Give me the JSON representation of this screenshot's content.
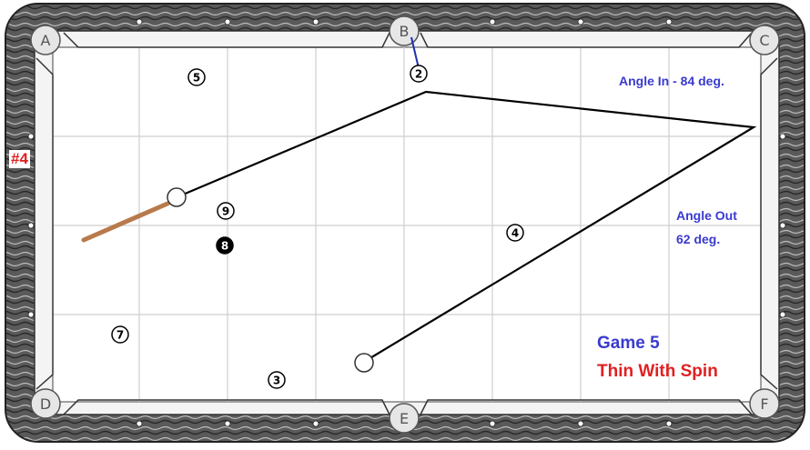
{
  "colors": {
    "rail_dark": "#3a3a3a",
    "rail_mid": "#8a8a8a",
    "felt": "#ffffff",
    "grid": "#cfcfcf",
    "shot_line": "#000000",
    "spin_line": "#1f2fb0",
    "cue_stick": "#b87a4b",
    "blue_text": "#3a3acf",
    "red_text": "#e02020"
  },
  "pockets": [
    {
      "id": "pocket-a",
      "label": "A"
    },
    {
      "id": "pocket-b",
      "label": "B"
    },
    {
      "id": "pocket-c",
      "label": "C"
    },
    {
      "id": "pocket-d",
      "label": "D"
    },
    {
      "id": "pocket-e",
      "label": "E"
    },
    {
      "id": "pocket-f",
      "label": "F"
    }
  ],
  "balls": [
    {
      "id": "ball-2",
      "label": "2",
      "solid": false
    },
    {
      "id": "ball-3",
      "label": "3",
      "solid": false
    },
    {
      "id": "ball-4",
      "label": "4",
      "solid": false
    },
    {
      "id": "ball-5",
      "label": "5",
      "solid": false
    },
    {
      "id": "ball-7",
      "label": "7",
      "solid": false
    },
    {
      "id": "ball-8",
      "label": "8",
      "solid": true
    },
    {
      "id": "ball-9",
      "label": "9",
      "solid": false
    }
  ],
  "annotations": {
    "rail_label": "#4",
    "angle_in": "Angle In - 84 deg.",
    "angle_out_line1": "Angle Out",
    "angle_out_line2": "62 deg.",
    "game_title": "Game 5",
    "game_subtitle": "Thin With Spin"
  }
}
